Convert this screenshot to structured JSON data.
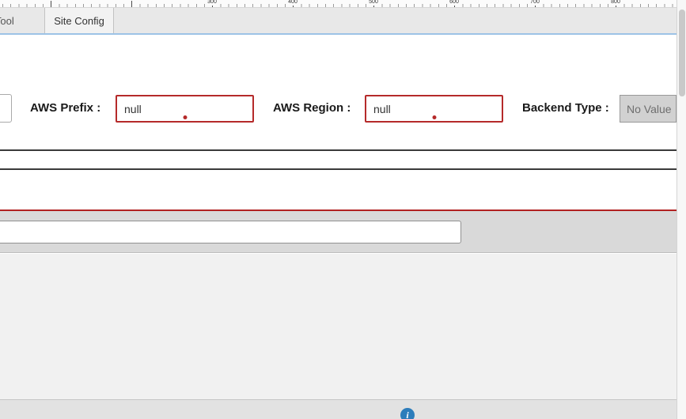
{
  "ruler": {
    "labels": [
      "300",
      "400",
      "500",
      "600",
      "700",
      "800"
    ]
  },
  "tabs": {
    "partial": {
      "label": "y Tool"
    },
    "active": {
      "label": "Site Config"
    }
  },
  "form": {
    "aws_prefix": {
      "label": "AWS Prefix :",
      "value": "null"
    },
    "aws_region": {
      "label": "AWS Region :",
      "value": "null"
    },
    "backend_type": {
      "label": "Backend Type :",
      "value": "No Value"
    }
  },
  "toolbar": {
    "input_value": ""
  },
  "footer": {
    "info_glyph": "i"
  },
  "colors": {
    "error_red": "#b52a2a",
    "divider_red": "#b22222",
    "tab_accent_blue": "#9dc3e6",
    "info_blue": "#2d7dbb"
  }
}
